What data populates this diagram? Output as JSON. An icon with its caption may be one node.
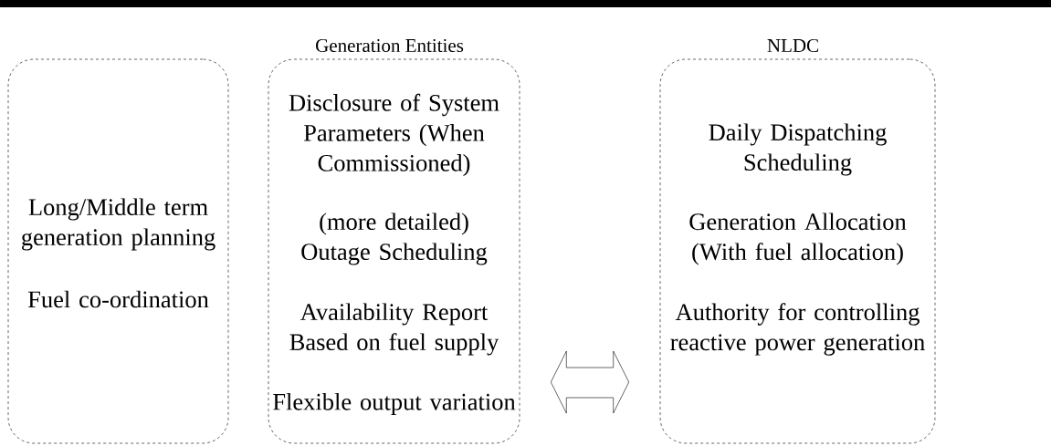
{
  "diagram": {
    "nodes": [
      {
        "text": [
          "Long/Middle term generation planning",
          "Fuel co-ordination"
        ]
      },
      {
        "text": [
          "Generation Entities",
          "Disclosure of System Parameters (When Commissioned)",
          "(more detailed) Outage Scheduling",
          "Availability Report Based on fuel supply",
          "Flexible output variation"
        ]
      },
      {
        "text": [
          "NLDC",
          "Daily Dispatching Scheduling",
          "Generation Allocation (With fuel allocation)",
          "Authority for controlling reactive power generation"
        ]
      }
    ],
    "edges": [
      {
        "from": 1,
        "to": 2,
        "arrow": "both"
      }
    ]
  }
}
